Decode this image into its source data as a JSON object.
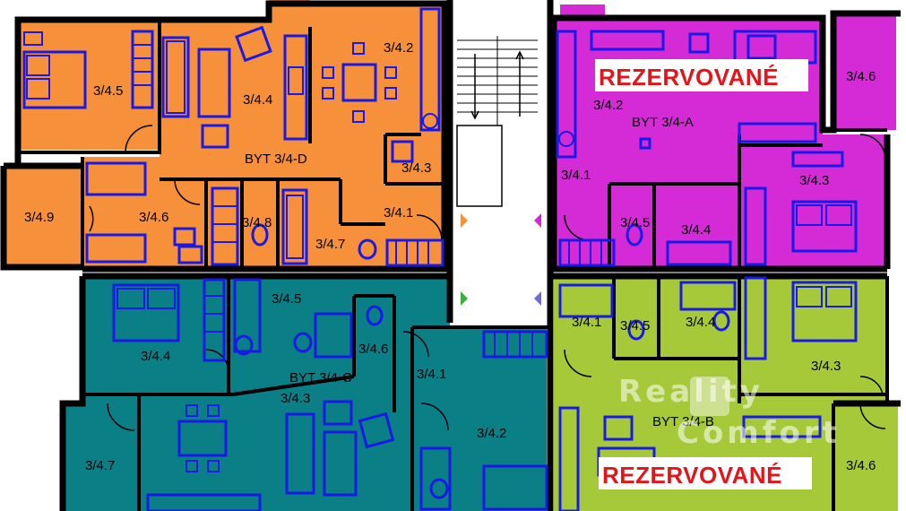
{
  "colors": {
    "apt_d": "#f7903a",
    "apt_a": "#d42bd6",
    "apt_c": "#0a7f86",
    "apt_b": "#a6c93a",
    "furniture": "#1a1ae6",
    "reserved_text": "#e3151b"
  },
  "apartments": {
    "d": {
      "name": "BYT 3/4-D",
      "rooms": [
        "3/4.1",
        "3/4.2",
        "3/4.3",
        "3/4.4",
        "3/4.5",
        "3/4.6",
        "3/4.7",
        "3/4.8",
        "3/4.9"
      ]
    },
    "a": {
      "name": "BYT 3/4-A",
      "status": "REZERVOVANÉ",
      "rooms": [
        "3/4.1",
        "3/4.2",
        "3/4.3",
        "3/4.4",
        "3/4.5",
        "3/4.6"
      ]
    },
    "c": {
      "name": "BYT 3/4-C",
      "rooms": [
        "3/4.1",
        "3/4.2",
        "3/4.3",
        "3/4.4",
        "3/4.5",
        "3/4.6",
        "3/4.7"
      ]
    },
    "b": {
      "name": "BYT 3/4-B",
      "status": "REZERVOVANÉ",
      "rooms": [
        "3/4.1",
        "3/4.3",
        "3/4.4",
        "3/4.5",
        "3/4.6"
      ]
    }
  },
  "watermark": {
    "line1": "Reality",
    "line2": "Comfort"
  },
  "icons": [
    "stairs-icon",
    "entrance-arrow-icon",
    "bed-icon",
    "sofa-icon",
    "dining-table-icon",
    "bathtub-icon",
    "toilet-icon",
    "kitchen-icon",
    "wardrobe-icon"
  ]
}
